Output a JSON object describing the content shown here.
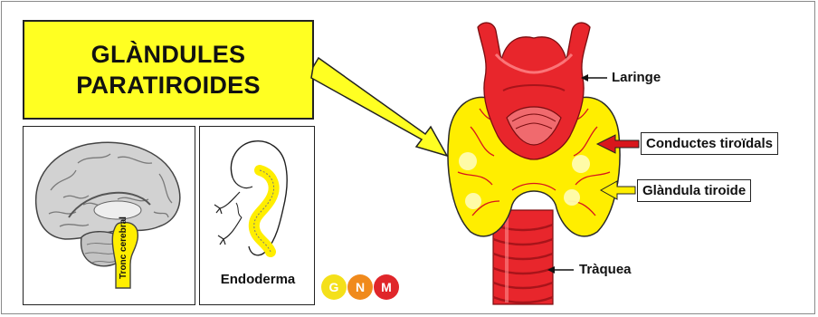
{
  "title": {
    "line1": "GLÀNDULES",
    "line2": "PARATIROIDES"
  },
  "brain_panel": {
    "brainstem_label": "Tronc cerebral"
  },
  "embryo_panel": {
    "label": "Endoderma"
  },
  "labels": {
    "larynx": "Laringe",
    "thyroid_ducts": "Conductes tiroïdals",
    "thyroid_gland": "Glàndula tiroide",
    "trachea": "Tràquea"
  },
  "logo": {
    "letters": [
      "G",
      "N",
      "M"
    ],
    "colors": [
      "#f4e01a",
      "#f08a1c",
      "#e0262a"
    ]
  },
  "colors": {
    "title_background": "#ffff22",
    "gland": "#ffee00",
    "larynx_trachea": "#e8262c",
    "pointer_arrow_fill": "#ffff22",
    "ducts_arrow": "#d8161c"
  }
}
